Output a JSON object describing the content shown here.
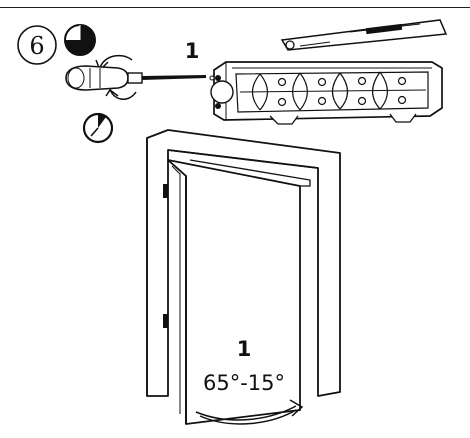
{
  "step": {
    "number": "6"
  },
  "callouts": {
    "screw_label": "1",
    "door_label": "1",
    "angle_range": "65°-15°"
  },
  "colors": {
    "ink": "#111111",
    "background": "#ffffff"
  },
  "icons": {
    "clock_top": "clock-icon",
    "clock_bottom": "clock-icon",
    "screwdriver": "screwdriver-icon",
    "door_closer": "door-closer-icon",
    "door": "door-icon"
  }
}
